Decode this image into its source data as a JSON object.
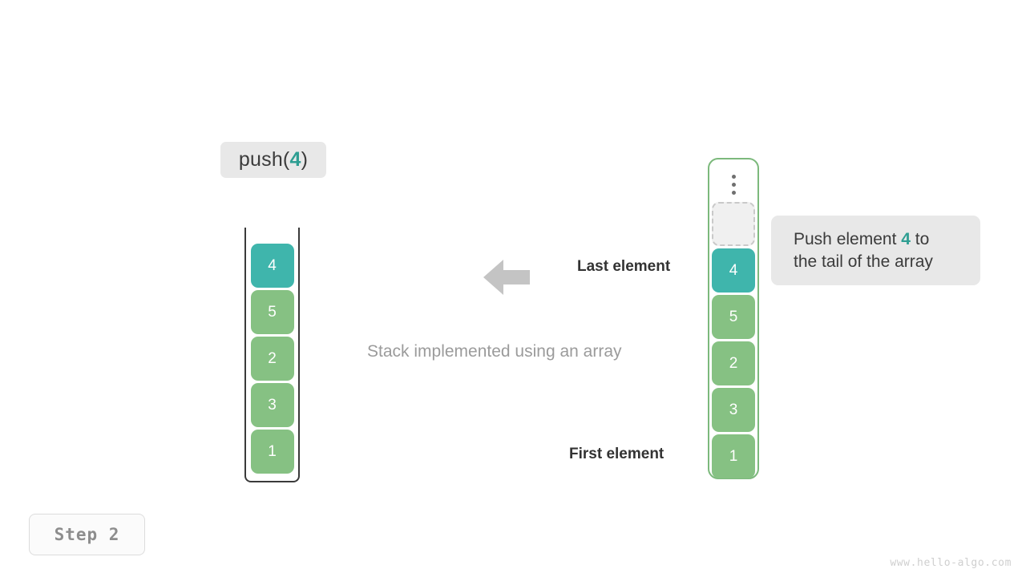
{
  "operation_label": {
    "prefix": "push(",
    "value": "4",
    "suffix": ")"
  },
  "callout": {
    "line1_prefix": "Push element ",
    "line1_value": "4",
    "line1_suffix": " to",
    "line2": "the tail of the array"
  },
  "annotations": {
    "last_element": "Last element",
    "first_element": "First element",
    "caption": "Stack implemented using an array",
    "arrow_icon": "arrow-left-icon"
  },
  "stack": {
    "title": "stack-container",
    "cells": [
      {
        "value": "4",
        "color": "teal"
      },
      {
        "value": "5",
        "color": "green"
      },
      {
        "value": "2",
        "color": "green"
      },
      {
        "value": "3",
        "color": "green"
      },
      {
        "value": "1",
        "color": "green"
      }
    ]
  },
  "array": {
    "title": "array-container",
    "ellipsis_icon": "vertical-ellipsis-icon",
    "empty_slot_label": "",
    "cells": [
      {
        "value": "4",
        "color": "teal"
      },
      {
        "value": "5",
        "color": "green"
      },
      {
        "value": "2",
        "color": "green"
      },
      {
        "value": "3",
        "color": "green"
      },
      {
        "value": "1",
        "color": "green"
      }
    ]
  },
  "step_badge": "Step 2",
  "watermark": "www.hello-algo.com",
  "colors": {
    "teal": "#3fb5ac",
    "teal_text": "#2e9e92",
    "green": "#86c183",
    "array_border": "#7cb97c",
    "chip_bg": "#e8e8e8",
    "arrow": "#c4c4c4"
  }
}
